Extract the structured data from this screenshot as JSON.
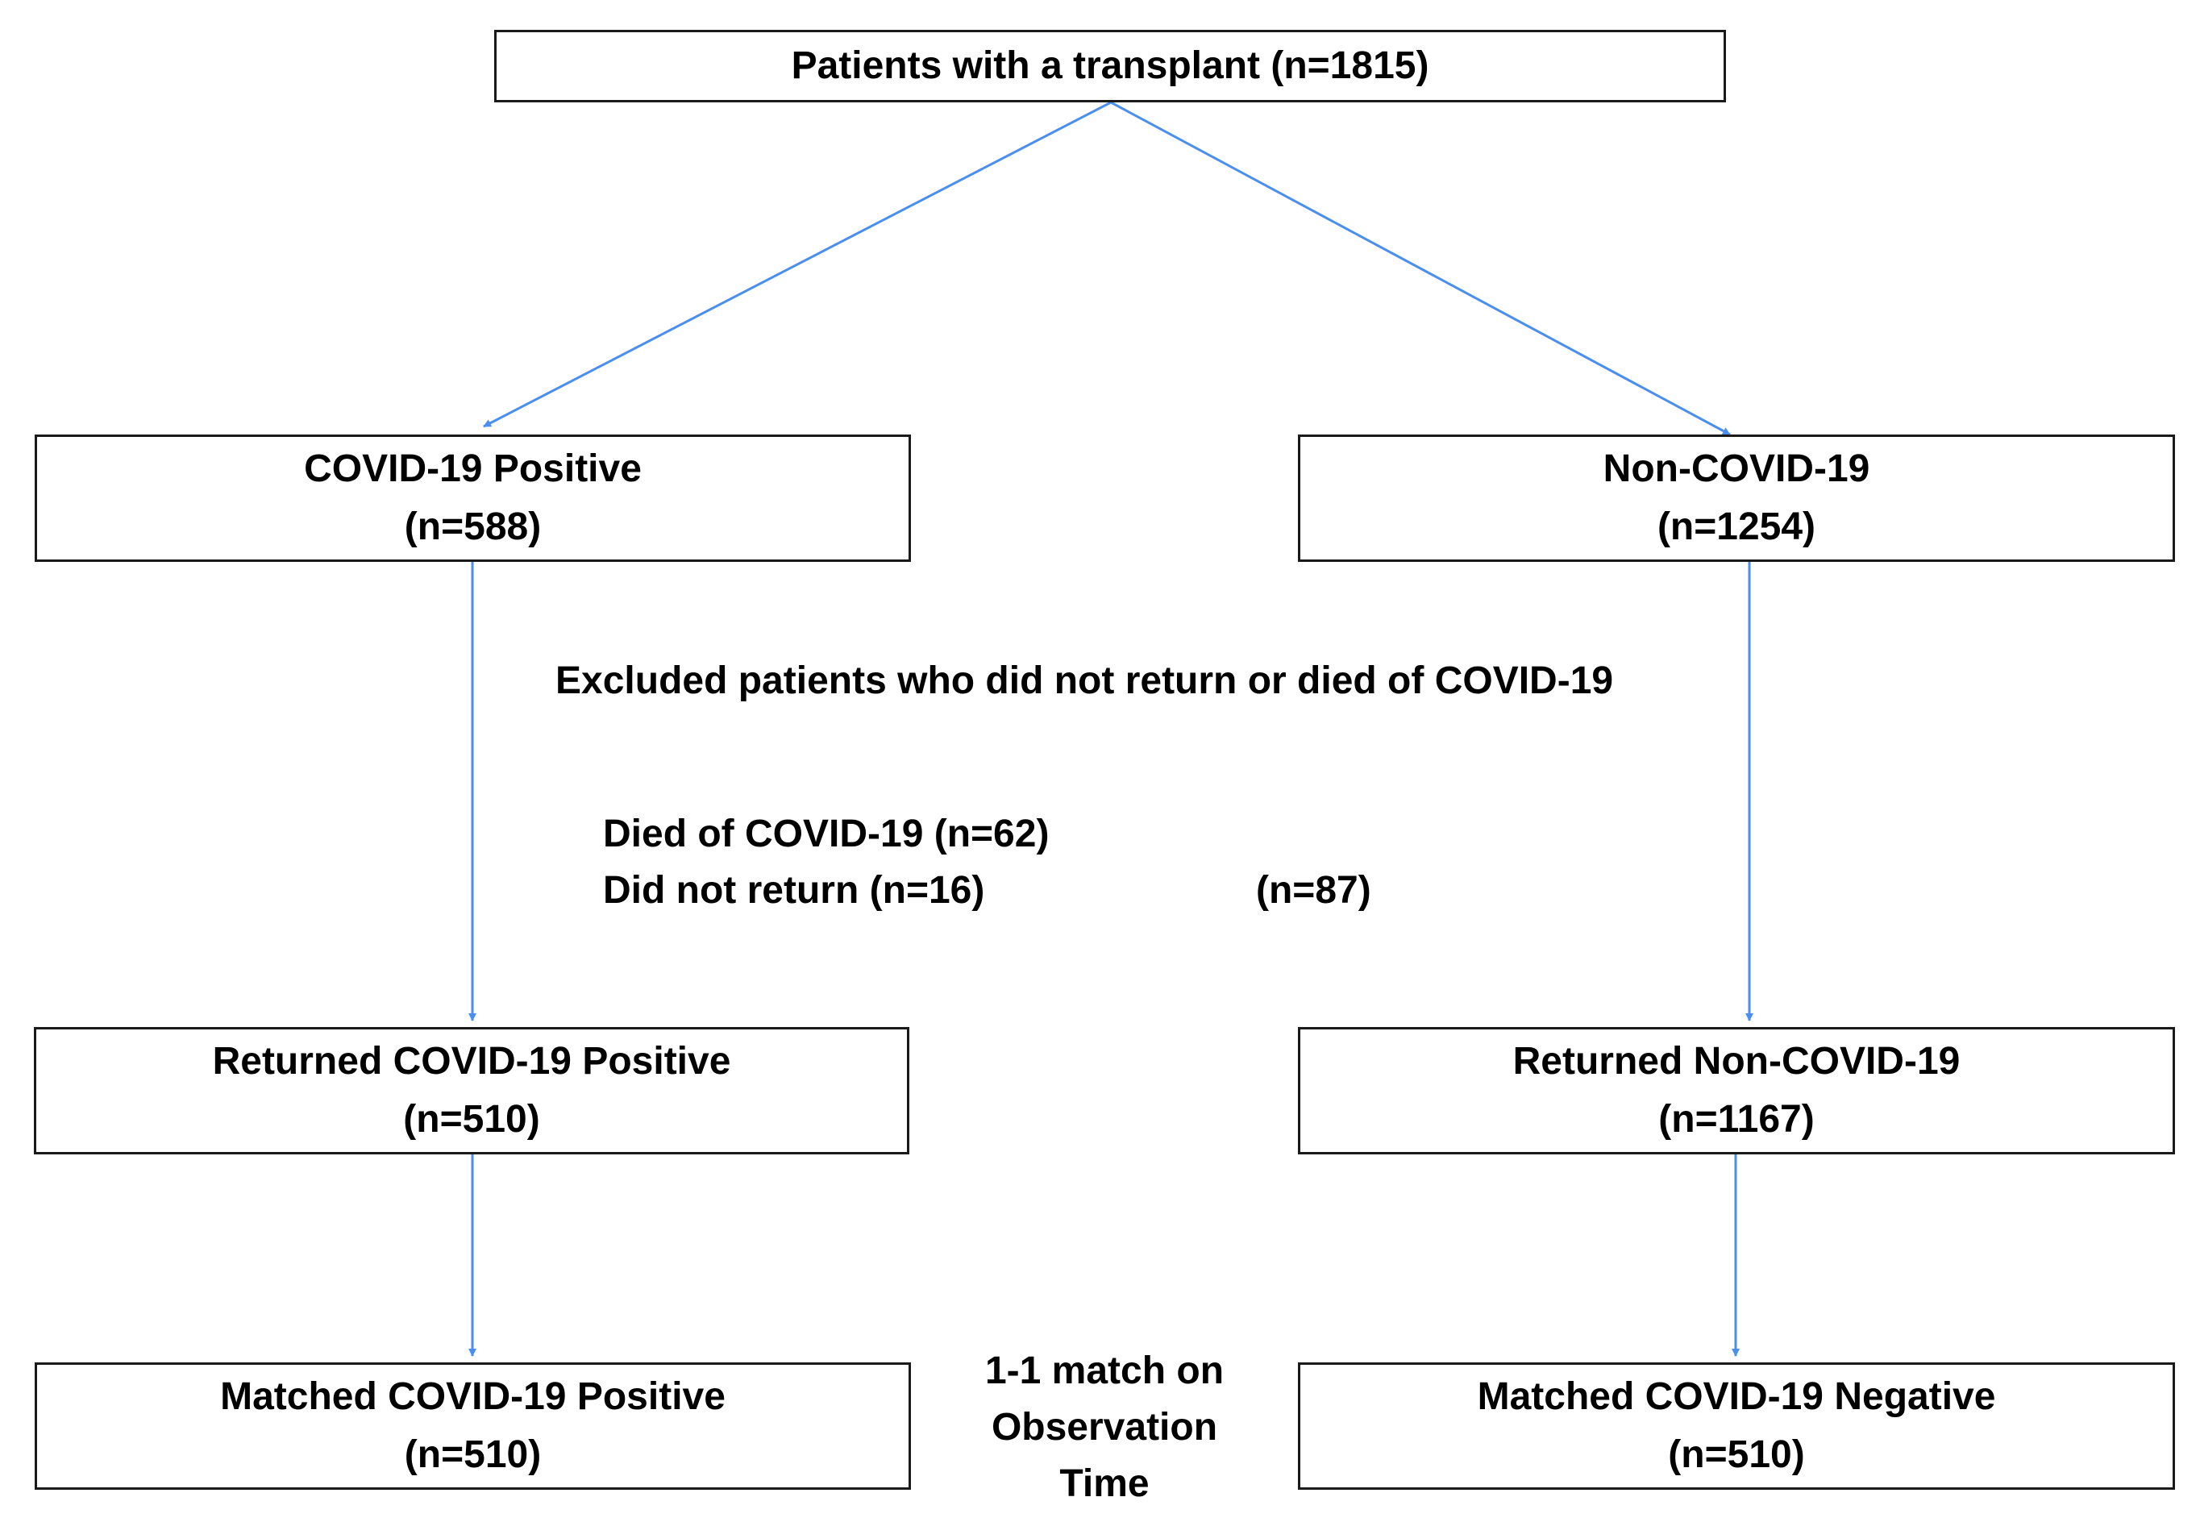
{
  "colors": {
    "arrow": "#4a8ef0",
    "box_border": "#1a1a1a",
    "text": "#000000",
    "background": "#ffffff"
  },
  "boxes": {
    "top": {
      "line1": "Patients with a transplant (n=1815)"
    },
    "covid_positive": {
      "line1": "COVID-19 Positive",
      "line2": "(n=588)"
    },
    "non_covid": {
      "line1": "Non-COVID-19",
      "line2": "(n=1254)"
    },
    "returned_positive": {
      "line1": "Returned COVID-19 Positive",
      "line2": "(n=510)"
    },
    "returned_non_covid": {
      "line1": "Returned Non-COVID-19",
      "line2": "(n=1167)"
    },
    "matched_positive": {
      "line1": "Matched COVID-19 Positive",
      "line2": "(n=510)"
    },
    "matched_negative": {
      "line1": "Matched COVID-19 Negative",
      "line2": "(n=510)"
    }
  },
  "exclusion": {
    "heading": "Excluded patients who did not return or died of COVID-19",
    "died": "Died of COVID-19 (n=62)",
    "did_not_return": "Did not return (n=16)",
    "non_covid_excluded": "(n=87)"
  },
  "match_note": {
    "line1": "1-1 match on",
    "line2": "Observation",
    "line3": "Time"
  }
}
